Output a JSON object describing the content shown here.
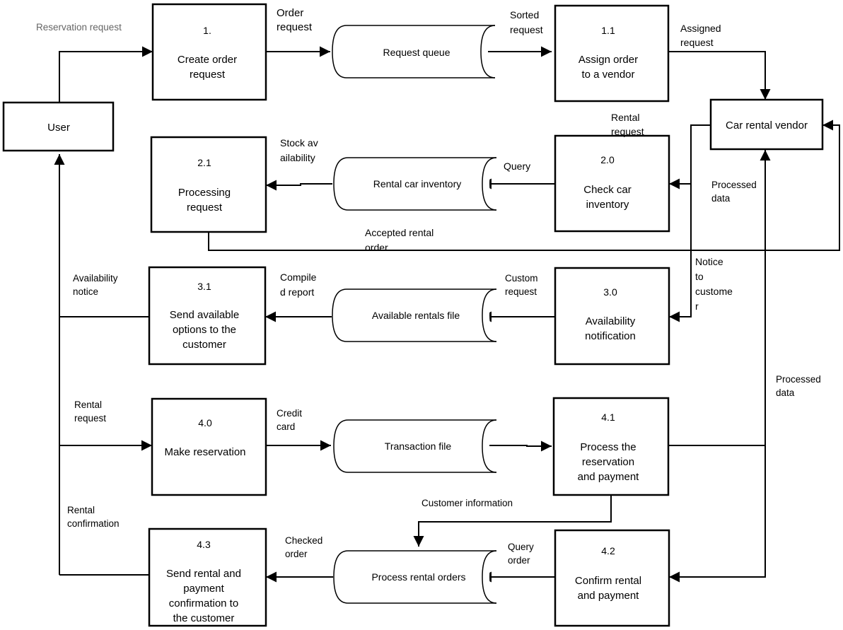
{
  "external_entities": {
    "user": "User",
    "vendor": "Car rental vendor"
  },
  "processes": {
    "p1": {
      "num": "1.",
      "lines": [
        "Create order",
        "request"
      ]
    },
    "p11": {
      "num": "1.1",
      "lines": [
        "Assign order",
        "to a vendor"
      ]
    },
    "p21": {
      "num": "2.1",
      "lines": [
        "Processing",
        "request"
      ]
    },
    "p20": {
      "num": "2.0",
      "lines": [
        "Check car",
        "inventory"
      ]
    },
    "p31": {
      "num": "3.1",
      "lines": [
        "Send available",
        "options to the",
        "customer"
      ]
    },
    "p30": {
      "num": "3.0",
      "lines": [
        "Availability",
        "notification"
      ]
    },
    "p40": {
      "num": "4.0",
      "lines": [
        "Make reservation"
      ]
    },
    "p41": {
      "num": "4.1",
      "lines": [
        "Process the",
        "reservation",
        "and payment"
      ]
    },
    "p43": {
      "num": "4.3",
      "lines": [
        "Send rental and",
        "payment",
        "confirmation to",
        "the customer"
      ]
    },
    "p42": {
      "num": "4.2",
      "lines": [
        "Confirm rental",
        "and payment"
      ]
    }
  },
  "stores": {
    "s1": "Request queue",
    "s2": "Rental car inventory",
    "s3": "Available rentals file",
    "s4": "Transaction file",
    "s5": "Process rental orders"
  },
  "flows": {
    "reservation_request": [
      "Reservation request"
    ],
    "order_request": [
      "Order",
      "request"
    ],
    "sorted_request": [
      "Sorted",
      "request"
    ],
    "assigned_request": [
      "Assigned",
      "request"
    ],
    "rental_request_vendor": [
      "Rental",
      "request"
    ],
    "stock_availability": [
      "Stock av",
      "ailability"
    ],
    "query": [
      "Query"
    ],
    "processed_data_top": [
      "Processed",
      "data"
    ],
    "accepted_rental_order": [
      "Accepted rental",
      "order"
    ],
    "availability_notice": [
      "Availability",
      "notice"
    ],
    "compiled_report": [
      "Compile",
      "d report"
    ],
    "custom_request": [
      "Custom",
      "request"
    ],
    "notice_to_customer": [
      "Notice",
      "to",
      "custome",
      "r"
    ],
    "processed_data_right": [
      "Processed",
      "data"
    ],
    "rental_request_user": [
      "Rental",
      "request"
    ],
    "credit_card": [
      "Credit",
      "card"
    ],
    "customer_information": [
      "Customer information"
    ],
    "rental_confirmation": [
      "Rental",
      "confirmation"
    ],
    "checked_order": [
      "Checked",
      "order"
    ],
    "query_order": [
      "Query",
      "order"
    ]
  }
}
